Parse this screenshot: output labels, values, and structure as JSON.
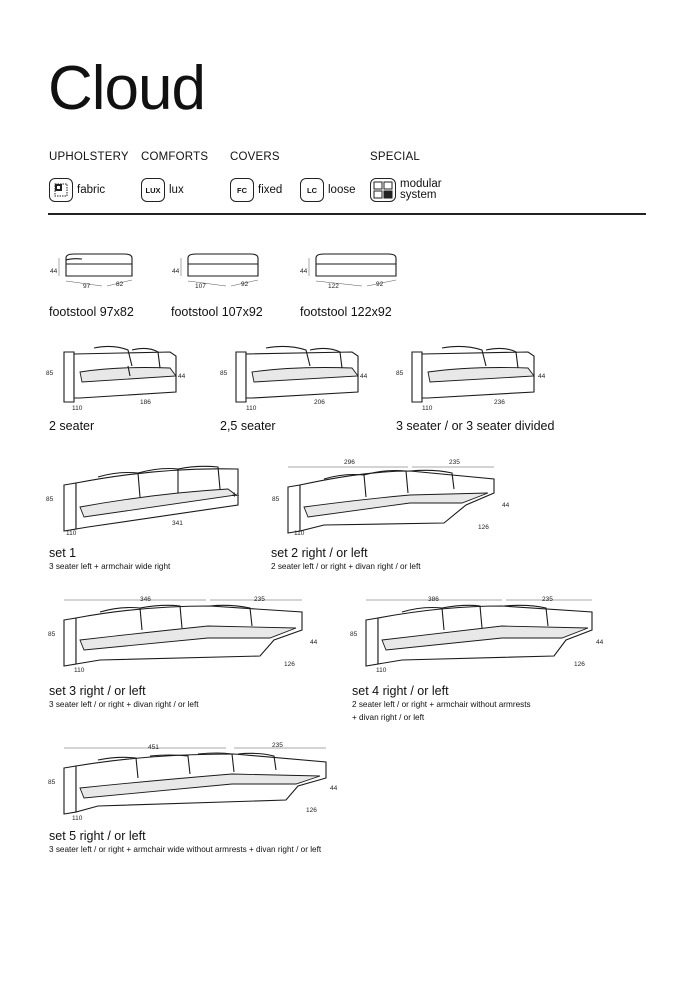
{
  "title": "Cloud",
  "categories": {
    "upholstery": "UPHOLSTERY",
    "comforts": "COMFORTS",
    "covers": "COVERS",
    "special": "SPECIAL"
  },
  "options": {
    "fabric": {
      "label": "fabric"
    },
    "lux": {
      "code": "LUX",
      "label": "lux"
    },
    "fixed": {
      "code": "FC",
      "label": "fixed"
    },
    "loose": {
      "code": "LC",
      "label": "loose"
    },
    "modular": {
      "label_line1": "modular",
      "label_line2": "system"
    }
  },
  "footstools": [
    {
      "caption": "footstool 97x82",
      "height": "44",
      "width": "97",
      "depth": "82"
    },
    {
      "caption": "footstool 107x92",
      "height": "44",
      "width": "107",
      "depth": "92"
    },
    {
      "caption": "footstool 122x92",
      "height": "44",
      "width": "122",
      "depth": "92"
    }
  ],
  "sofas": [
    {
      "caption": "2 seater",
      "height": "85",
      "seat": "44",
      "depth": "110",
      "width": "186"
    },
    {
      "caption": "2,5 seater",
      "height": "85",
      "seat": "44",
      "depth": "110",
      "width": "206"
    },
    {
      "caption": "3 seater / or 3 seater divided",
      "height": "85",
      "seat": "44",
      "depth": "110",
      "width": "236"
    }
  ],
  "sets": [
    {
      "caption": "set 1",
      "sub": "3 seater left + armchair wide right",
      "height": "85",
      "seat": "44",
      "depth": "110",
      "width": "341"
    },
    {
      "caption": "set 2 right / or left",
      "sub": "2 seater left / or right + divan right / or left",
      "height": "85",
      "seat": "44",
      "depth": "110",
      "width": "296",
      "divan_width": "235",
      "divan_depth": "126"
    },
    {
      "caption": "set 3 right / or left",
      "sub": "3 seater left / or right + divan right / or left",
      "height": "85",
      "seat": "44",
      "depth": "110",
      "width": "346",
      "divan_width": "235",
      "divan_depth": "126"
    },
    {
      "caption": "set 4 right / or left",
      "sub": "2 seater left / or right + armchair without armrests",
      "sub2": "+ divan right / or left",
      "height": "85",
      "seat": "44",
      "depth": "110",
      "width": "386",
      "divan_width": "235",
      "divan_depth": "126"
    },
    {
      "caption": "set 5 right / or left",
      "sub": "3 seater left / or right + armchair wide without armrests + divan right / or left",
      "height": "85",
      "seat": "44",
      "depth": "110",
      "width": "451",
      "divan_width": "235",
      "divan_depth": "126"
    }
  ]
}
